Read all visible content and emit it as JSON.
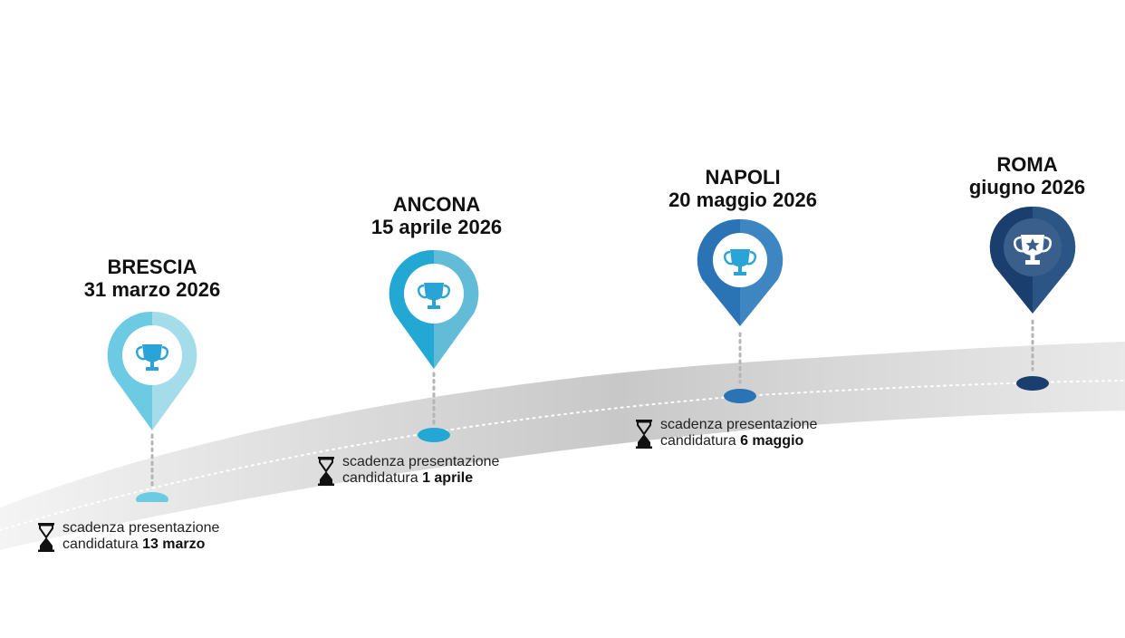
{
  "colors": {
    "road_light": "#ececec",
    "road_dark": "#c9c9c9",
    "road_dots": "#ffffff",
    "dotted_stem": "#b5b5b5",
    "pin_brescia": [
      "#6ccbe2",
      "#a4dcea"
    ],
    "pin_ancona": [
      "#23a8d4",
      "#62bcd8"
    ],
    "pin_napoli": [
      "#2a73b5",
      "#3d86c2"
    ],
    "pin_roma": [
      "#1a3f6e",
      "#2a5585"
    ],
    "trophy": "#2aa3d6",
    "trophy_roma": "#ffffff"
  },
  "stops": [
    {
      "city": "BRESCIA",
      "date": "31 marzo 2026",
      "icon": "trophy-icon",
      "deadline_line1": "scadenza presentazione",
      "deadline_prefix": "candidatura ",
      "deadline_date": "13 marzo"
    },
    {
      "city": "ANCONA",
      "date": "15 aprile 2026",
      "icon": "trophy-icon",
      "deadline_line1": "scadenza presentazione",
      "deadline_prefix": "candidatura ",
      "deadline_date": "1 aprile"
    },
    {
      "city": "NAPOLI",
      "date": "20 maggio 2026",
      "icon": "trophy-icon",
      "deadline_line1": "scadenza presentazione",
      "deadline_prefix": "candidatura ",
      "deadline_date": "6 maggio"
    },
    {
      "city": "ROMA",
      "date": "giugno 2026",
      "icon": "trophy-star-icon"
    }
  ]
}
